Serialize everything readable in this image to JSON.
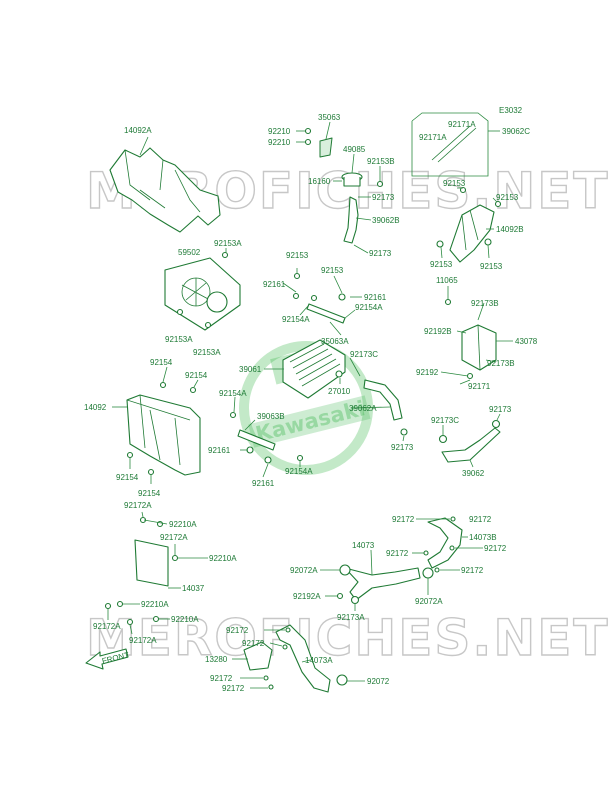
{
  "diagram_code": "E3032",
  "watermark": {
    "text_top": "MEROFICHES.NET",
    "text_bottom": "MEROFICHES.NET",
    "logo_text": "Kawasaki"
  },
  "front_arrow": "FRONT",
  "colors": {
    "line": "#2b8a40",
    "text": "#1e7a36",
    "watermark": "#9a9a9a",
    "logo": "#39b54a"
  },
  "labels": {
    "l14092A": "14092A",
    "l35063": "35063",
    "l92210": "92210",
    "l92210b": "92210",
    "l49085": "49085",
    "l92153B": "92153B",
    "l16160": "16160",
    "l92173a": "92173",
    "l39062B": "39062B",
    "l92173b": "92173",
    "l92171A": "92171A",
    "l92171Ab": "92171A",
    "l39062C": "39062C",
    "l92153r1": "92153",
    "l92153r2": "92153",
    "l14092B": "14092B",
    "l92153r3": "92153",
    "l92153r4": "92153",
    "l59502": "59502",
    "l92153Aa": "92153A",
    "l92153Ab": "92153A",
    "l92153Ac": "92153A",
    "l92153m1": "92153",
    "l92153m2": "92153",
    "l92161a": "92161",
    "l92161b": "92161",
    "l92154Aa": "92154A",
    "l92154Ab": "92154A",
    "l35063A": "35063A",
    "l11065": "11065",
    "l92173B": "92173B",
    "l92192B": "92192B",
    "l43078": "43078",
    "l92173Ba": "92173B",
    "l92173C": "92173C",
    "l92192": "92192",
    "l92171": "92171",
    "l39061": "39061",
    "l27010": "27010",
    "l39062A": "39062A",
    "l92154a": "92154",
    "l92154b": "92154",
    "l14092": "14092",
    "l92154Ac": "92154A",
    "l39063B": "39063B",
    "l92161c": "92161",
    "l92161d": "92161",
    "l92154Ad": "92154A",
    "l92173d": "92173",
    "l92173Cb": "92173C",
    "l92173e": "92173",
    "l39062": "39062",
    "l92154c": "92154",
    "l92154d": "92154",
    "l92172A1": "92172A",
    "l92210A1": "92210A",
    "l92172A2": "92172A",
    "l92210A2": "92210A",
    "l14037": "14037",
    "l92210A3": "92210A",
    "l92210A4": "92210A",
    "l92172A3": "92172A",
    "l92172A4": "92172A",
    "l92172r1": "92172",
    "l14073B": "14073B",
    "l92172r2": "92172",
    "l92172r3": "92172",
    "l92172r4": "92172",
    "l14073": "14073",
    "l92072A1": "92072A",
    "l92072A2": "92072A",
    "l92192A": "92192A",
    "l92173A": "92173A",
    "l92172b1": "92172",
    "l92172b2": "92172",
    "l13280": "13280",
    "l14073A": "14073A",
    "l92172b3": "92172",
    "l92172b4": "92172",
    "l92072": "92072"
  }
}
